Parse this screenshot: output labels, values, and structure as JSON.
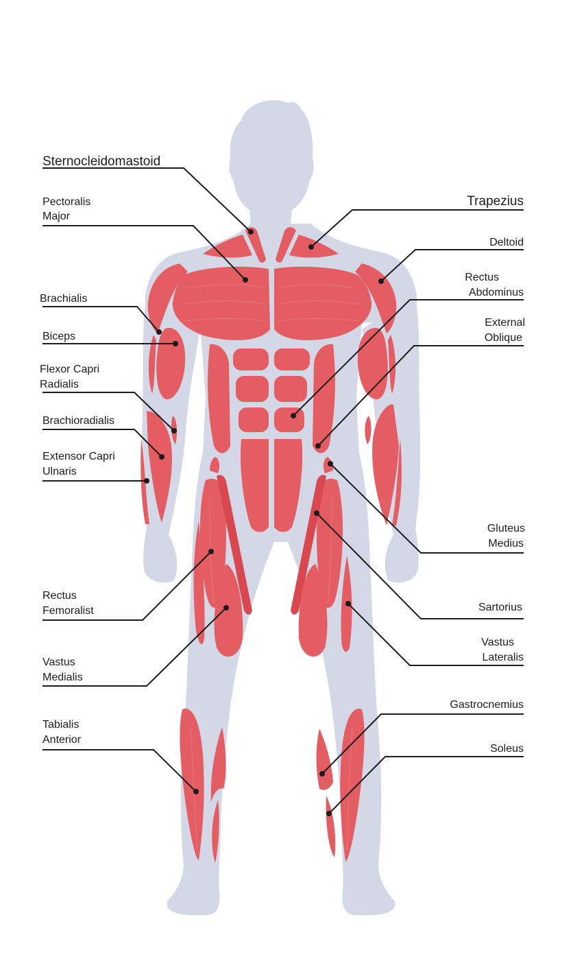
{
  "colors": {
    "background": "#ffffff",
    "silhouette": "#d4d7e6",
    "muscle": "#e35d62",
    "line": "#1c1c1c"
  },
  "labels": {
    "sternocleidomastoid": [
      "Sternocleidomastoid"
    ],
    "pectoralis_major": [
      "Pectoralis",
      "Major"
    ],
    "brachialis": [
      "Brachialis"
    ],
    "biceps": [
      "Biceps"
    ],
    "flexor_capri_radialis": [
      "Flexor Capri",
      "Radialis"
    ],
    "brachioradialis": [
      "Brachioradialis"
    ],
    "extensor_capri_ulnaris": [
      "Extensor Capri",
      "Ulnaris"
    ],
    "rectus_femoralist": [
      "Rectus",
      "Femoralist"
    ],
    "vastus_medialis": [
      "Vastus",
      "Medialis"
    ],
    "tabialis_anterior": [
      "Tabialis",
      "Anterior"
    ],
    "trapezius": [
      "Trapezius"
    ],
    "deltoid": [
      "Deltoid"
    ],
    "rectus_abdominus": [
      "Rectus",
      "Abdominus"
    ],
    "external_oblique": [
      "External",
      "Oblique"
    ],
    "gluteus_medius": [
      "Gluteus",
      "Medius"
    ],
    "sartorius": [
      "Sartorius"
    ],
    "vastus_lateralis": [
      "Vastus",
      "Lateralis"
    ],
    "gastrocnemius": [
      "Gastrocnemius"
    ],
    "soleus": [
      "Soleus"
    ]
  }
}
